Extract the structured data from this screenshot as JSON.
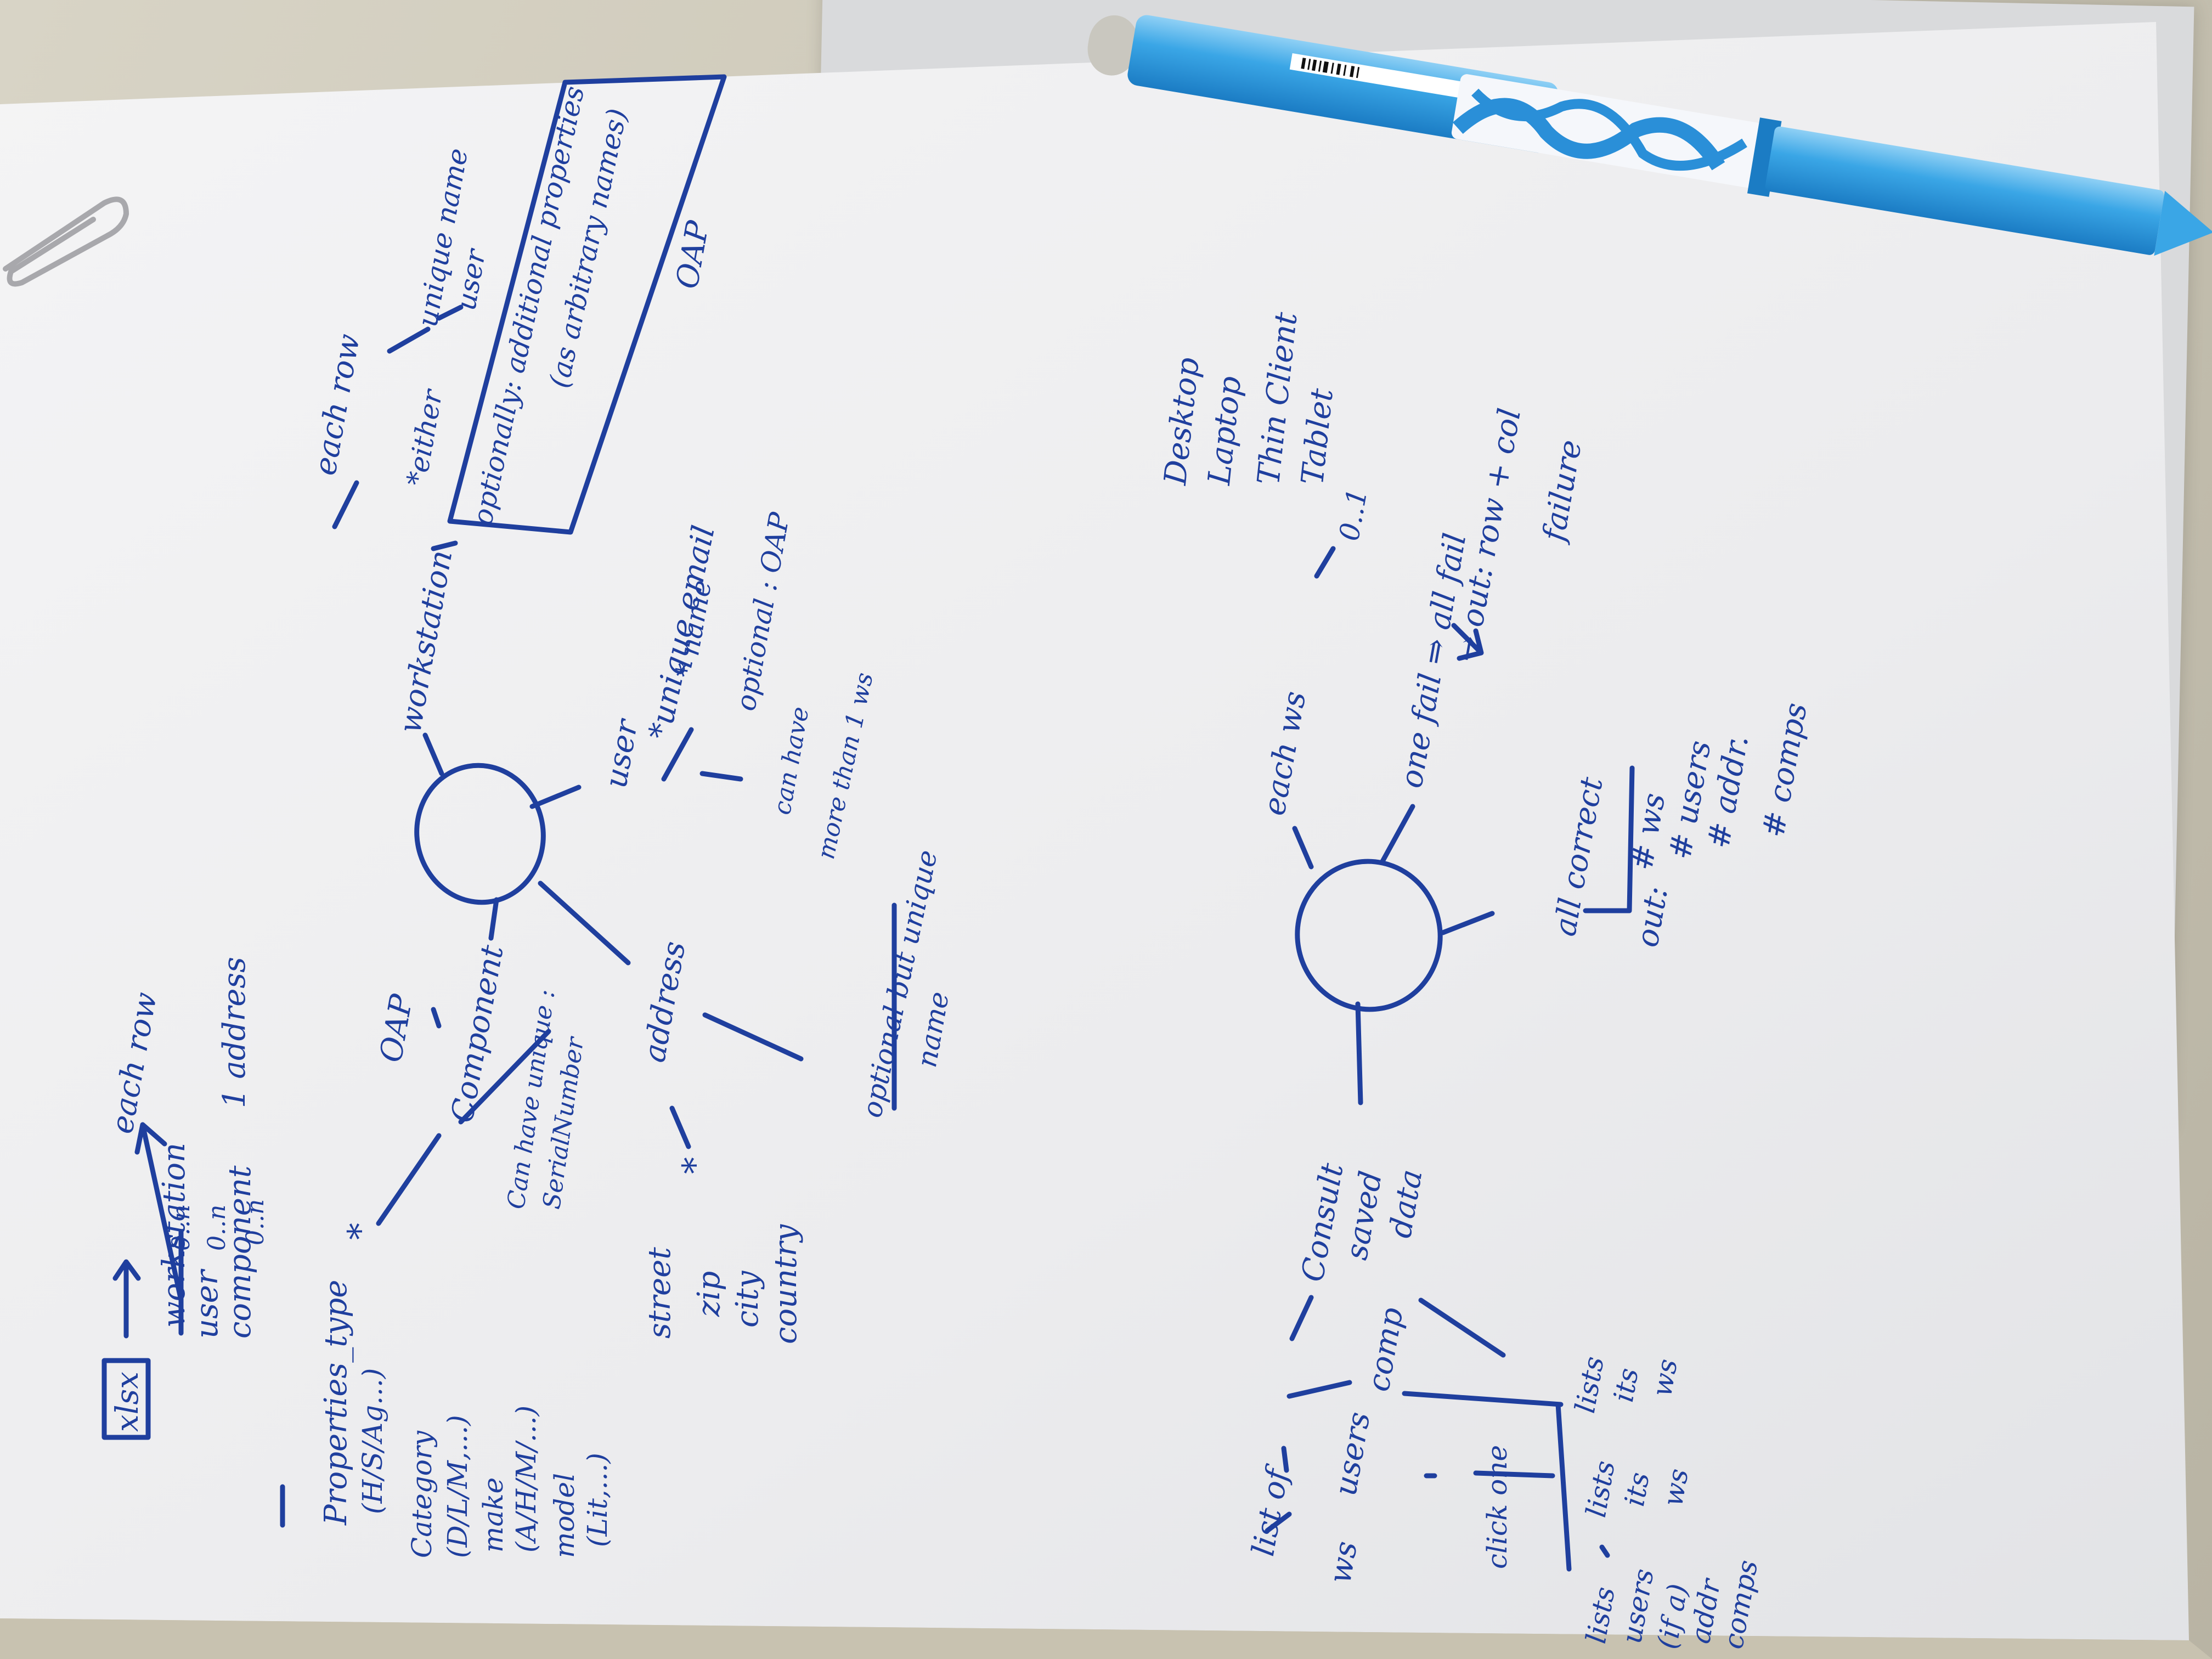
{
  "notes": {
    "top": {
      "xlsx_box": "xlsx",
      "input_rows": [
        "workstation",
        "user",
        "component"
      ],
      "each_row_left": "each row",
      "row_cardinalities": [
        "0..n",
        "0..n",
        "0..n"
      ],
      "one_address": "1 address",
      "component_props": {
        "properties_type": "Properties_type",
        "properties_type_values": "(H/S/Ag...)",
        "category": "Category",
        "category_values": "(D/L/M,...)",
        "make": "make",
        "make_values": "(A/H/M/...)",
        "model": "model",
        "model_values": "(Lit,...)"
      },
      "star_left": "*",
      "star_address": "*",
      "address_fields": [
        "street",
        "zip",
        "city",
        "country"
      ],
      "hub": {
        "component": "Component",
        "component_oap": "OAP",
        "component_unique": "Can have unique :",
        "serial_number": "SerialNumber",
        "address": "address",
        "address_optional": "optional but unique",
        "address_name": "name",
        "user": "user",
        "user_email": "*unique email",
        "user_name": "* name",
        "user_optional": "optional : OAP",
        "user_can_have": "can have",
        "user_more_than": "more than 1 ws",
        "workstation": "workstation",
        "each_row": "each row",
        "either": "*either",
        "unique_name": "unique name",
        "user_branch": "user",
        "optionally": "optionally: additional properties",
        "arbitrary": "(as arbitrary names)",
        "oap": "OAP"
      }
    },
    "bottom": {
      "list_of": "list of",
      "ws": "ws",
      "users": "users",
      "comp": "comp",
      "consult": "Consult",
      "saved": "saved",
      "data": "data",
      "click_one": "click one",
      "lists_left": "lists",
      "lists_left_lines": [
        "users",
        "(if a)",
        "addr",
        "comps"
      ],
      "lists_mid": "lists",
      "lists_mid_lines": [
        "its",
        "ws"
      ],
      "lists_right": "lists",
      "lists_right_lines": [
        "its",
        "ws"
      ],
      "each_ws": "each ws",
      "zero_one": "0..1",
      "ws_types": [
        "Desktop",
        "Laptop",
        "Thin Client",
        "Tablet"
      ],
      "one_fail": "one fail ⇒ all fail",
      "out_fail": "→ out: row + col",
      "failure": "failure",
      "all_correct": "all correct",
      "out": "out:",
      "out_counts": [
        "# ws",
        "# users",
        "# addr.",
        "# comps"
      ]
    }
  },
  "colors": {
    "ink": "#1f3f9e",
    "paper": "#f2f2f3",
    "pen_blue": "#3a9fe0"
  },
  "objects": {
    "pen": "erasable-gel-pen",
    "clip": "paper-clip-icon"
  }
}
